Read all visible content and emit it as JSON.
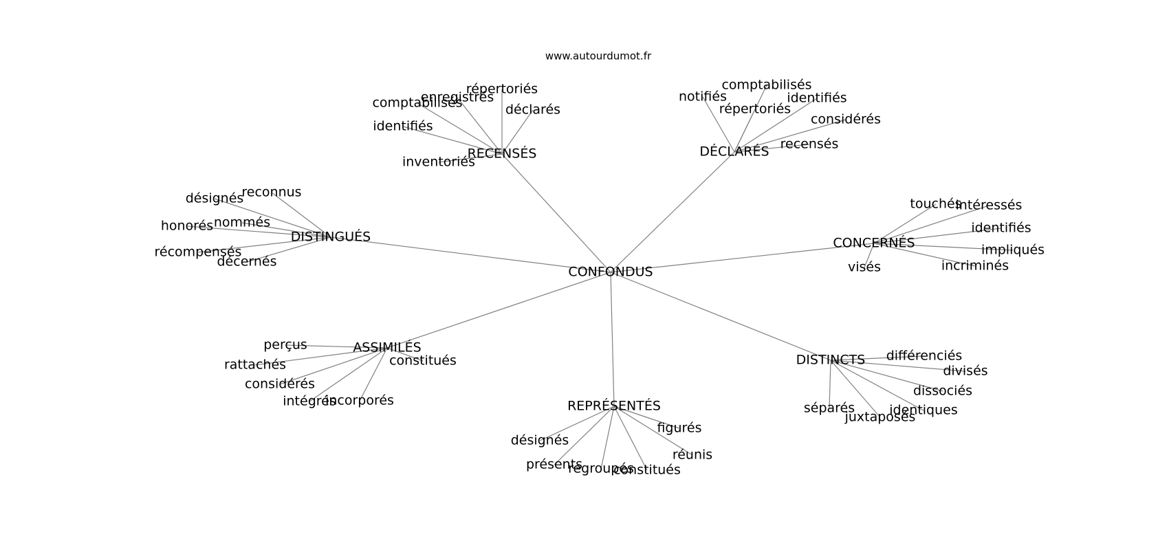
{
  "source": "www.autourdumot.fr",
  "center": "CONFONDUS",
  "colors": {
    "edge": "#808080",
    "text": "#000000",
    "background": "#ffffff"
  },
  "clusters": [
    {
      "id": "recenses",
      "hub": "RECENSÉS",
      "leaves": [
        "répertoriés",
        "enregistrés",
        "comptabilisés",
        "déclarés",
        "identifiés",
        "inventoriés"
      ]
    },
    {
      "id": "declares",
      "hub": "DÉCLARÉS",
      "leaves": [
        "comptabilisés",
        "notifiés",
        "identifiés",
        "répertoriés",
        "considérés",
        "recensés"
      ]
    },
    {
      "id": "distingues",
      "hub": "DISTINGUÉS",
      "leaves": [
        "reconnus",
        "désignés",
        "nommés",
        "honorés",
        "récompensés",
        "décernés"
      ]
    },
    {
      "id": "concernes",
      "hub": "CONCERNÉS",
      "leaves": [
        "touchés",
        "intéressés",
        "identifiés",
        "impliqués",
        "incriminés",
        "visés"
      ]
    },
    {
      "id": "assimiles",
      "hub": "ASSIMILÉS",
      "leaves": [
        "perçus",
        "rattachés",
        "constitués",
        "considérés",
        "intégrés",
        "incorporés"
      ]
    },
    {
      "id": "distincts",
      "hub": "DISTINCTS",
      "leaves": [
        "différenciés",
        "divisés",
        "dissociés",
        "séparés",
        "identiques",
        "juxtaposés"
      ]
    },
    {
      "id": "representes",
      "hub": "REPRÉSENTÉS",
      "leaves": [
        "figurés",
        "désignés",
        "réunis",
        "présents",
        "regroupés",
        "constitués"
      ]
    }
  ]
}
